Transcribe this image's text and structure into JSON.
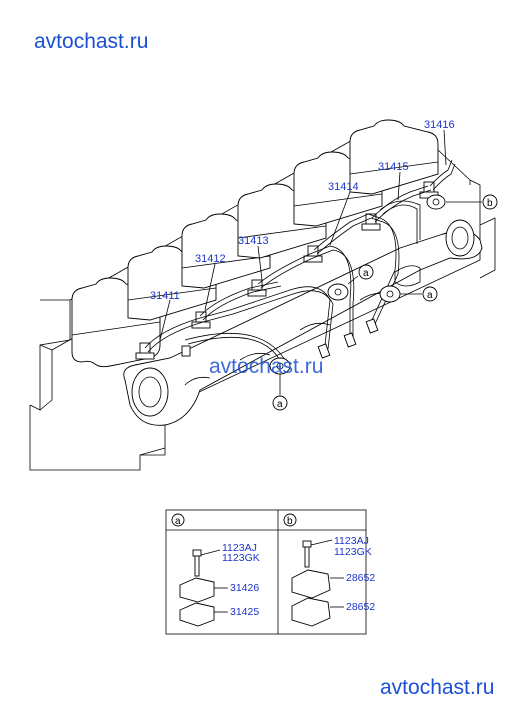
{
  "watermarks": {
    "top_left": "avtochast.ru",
    "middle": "avtochast.ru",
    "bottom_right": "avtochast.ru"
  },
  "callouts": {
    "p31411": "31411",
    "p31412": "31412",
    "p31413": "31413",
    "p31414": "31414",
    "p31415": "31415",
    "p31416": "31416"
  },
  "refs": {
    "a": "a",
    "b": "b"
  },
  "detail_a": {
    "header": "a",
    "bolt_1": "1123AJ",
    "bolt_2": "1123GK",
    "upper_clamp": "31426",
    "lower_clamp": "31425"
  },
  "detail_b": {
    "header": "b",
    "bolt_1": "1123AJ",
    "bolt_2": "1123GK",
    "upper_clamp": "28652",
    "lower_clamp": "28652"
  }
}
